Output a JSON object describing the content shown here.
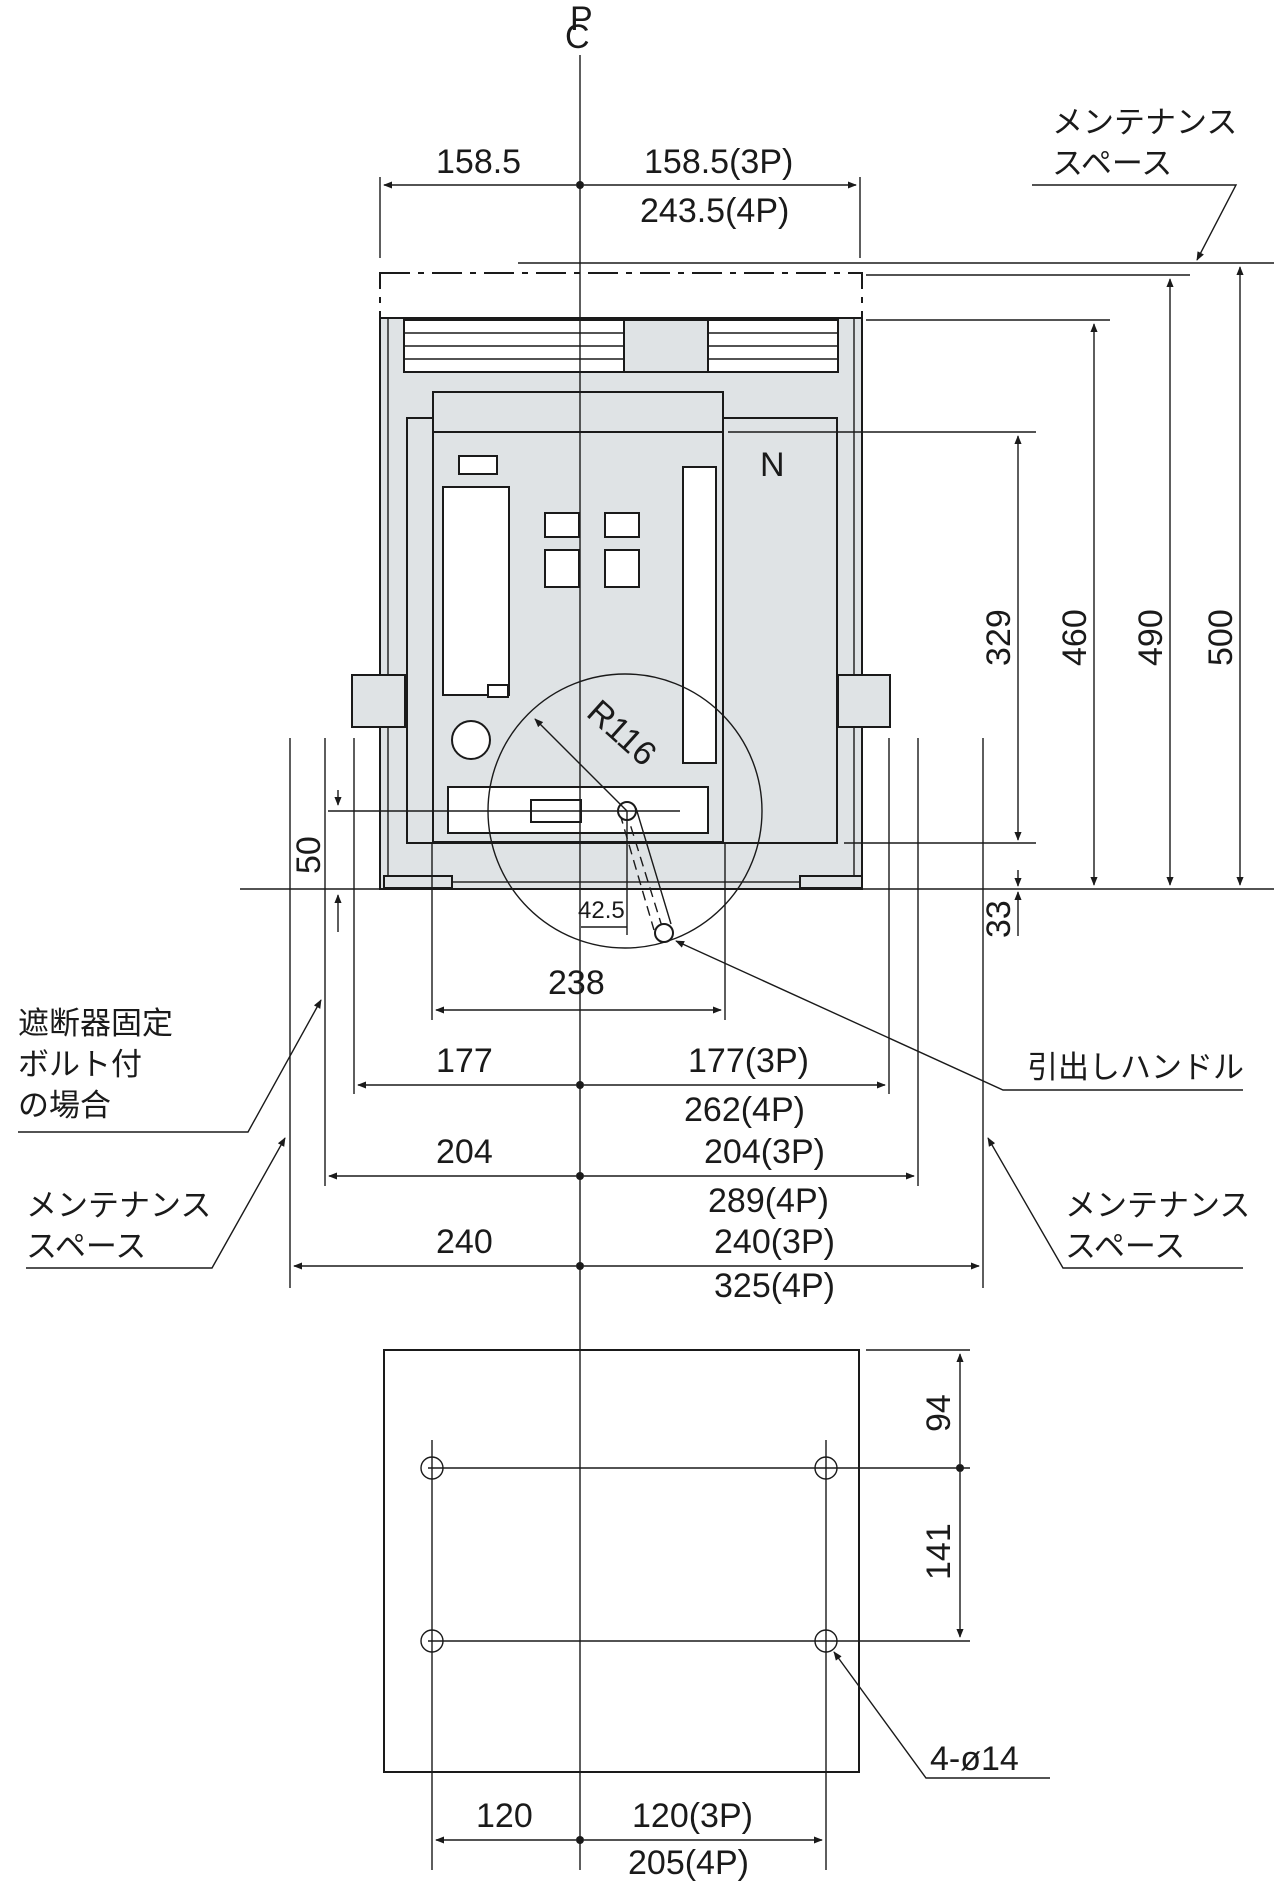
{
  "centerline": {
    "top": "P",
    "bottom": "C"
  },
  "top_width": {
    "left": "158.5",
    "right_3p": "158.5(3P)",
    "right_4p": "243.5(4P)"
  },
  "heights": {
    "h329": "329",
    "h460": "460",
    "h490": "490",
    "h500": "500",
    "h50": "50",
    "h33": "33"
  },
  "panel_label": "N",
  "handle_radius": "R116",
  "handle_offset": "42.5",
  "widths": {
    "w238": "238",
    "w177_left": "177",
    "w177_3p": "177(3P)",
    "w262_4p": "262(4P)",
    "w204_left": "204",
    "w204_3p": "204(3P)",
    "w289_4p": "289(4P)",
    "w240_left": "240",
    "w240_3p": "240(3P)",
    "w325_4p": "325(4P)"
  },
  "labels": {
    "maintenance_top_1": "メンテナンス",
    "maintenance_top_2": "スペース",
    "maintenance_left_1": "メンテナンス",
    "maintenance_left_2": "スペース",
    "maintenance_right_1": "メンテナンス",
    "maintenance_right_2": "スペース",
    "fixing_bolt_1": "遮断器固定",
    "fixing_bolt_2": "ボルト付",
    "fixing_bolt_3": "の場合",
    "handle": "引出しハンドル",
    "holes": "4-ø14"
  },
  "base": {
    "d94": "94",
    "d141": "141",
    "w120_left": "120",
    "w120_3p": "120(3P)",
    "w205_4p": "205(4P)"
  }
}
